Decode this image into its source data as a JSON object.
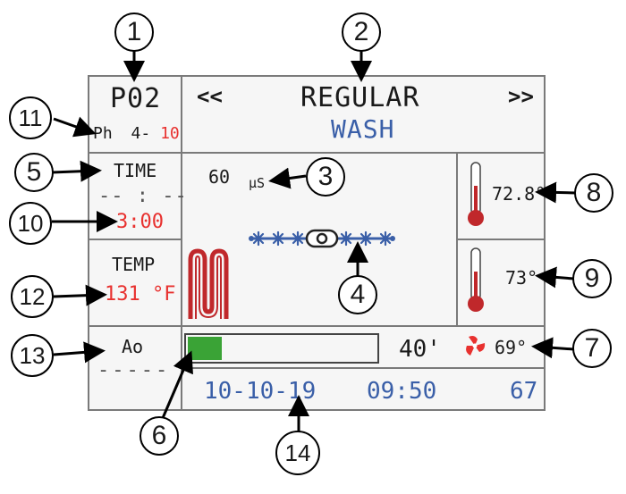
{
  "program": {
    "code": "P02",
    "phase_label": "Ph",
    "phase_current": "4-",
    "phase_total": "10"
  },
  "cycle": {
    "mode": "REGULAR",
    "step": "WASH",
    "prev_label": "<<",
    "next_label": ">>"
  },
  "time": {
    "label": "TIME",
    "placeholder": "-- : --",
    "remaining": "3:00"
  },
  "temp": {
    "label": "TEMP",
    "value": "131 °F"
  },
  "ao": {
    "label": "Ao",
    "placeholder": "-----"
  },
  "conductivity": {
    "value": "60",
    "unit": "µS"
  },
  "progress": {
    "fraction": 0.18,
    "minutes": "40'"
  },
  "thermometers": [
    {
      "value": "72.8°"
    },
    {
      "value": "73°"
    }
  ],
  "fan": {
    "value": "69°"
  },
  "footer": {
    "date": "10-10-19",
    "time": "09:50",
    "count": "67"
  },
  "callouts": [
    "1",
    "2",
    "3",
    "4",
    "5",
    "6",
    "7",
    "8",
    "9",
    "10",
    "11",
    "12",
    "13",
    "14"
  ],
  "colors": {
    "accent_blue": "#3a5fa8",
    "alarm_red": "#e8312f",
    "progress_green": "#3aa336",
    "frame": "#7a7a7a",
    "heater_red": "#c0282b"
  }
}
